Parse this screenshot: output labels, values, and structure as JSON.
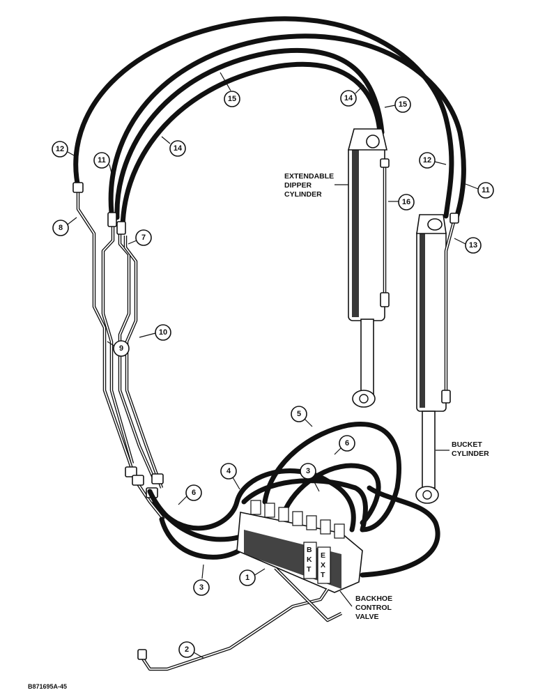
{
  "labels": {
    "dipper_cylinder": [
      "EXTENDABLE",
      "DIPPER",
      "CYLINDER"
    ],
    "bucket_cylinder": [
      "BUCKET",
      "CYLINDER"
    ],
    "control_valve": [
      "BACKHOE",
      "CONTROL",
      "VALVE"
    ],
    "valve_bkt": [
      "B",
      "K",
      "T"
    ],
    "valve_ext": [
      "E",
      "X",
      "T"
    ],
    "figure_id": "B871695A-45"
  },
  "callouts": [
    "1",
    "2",
    "3",
    "3",
    "4",
    "5",
    "6",
    "6",
    "7",
    "8",
    "9",
    "10",
    "11",
    "11",
    "12",
    "12",
    "13",
    "14",
    "14",
    "15",
    "15",
    "16"
  ]
}
